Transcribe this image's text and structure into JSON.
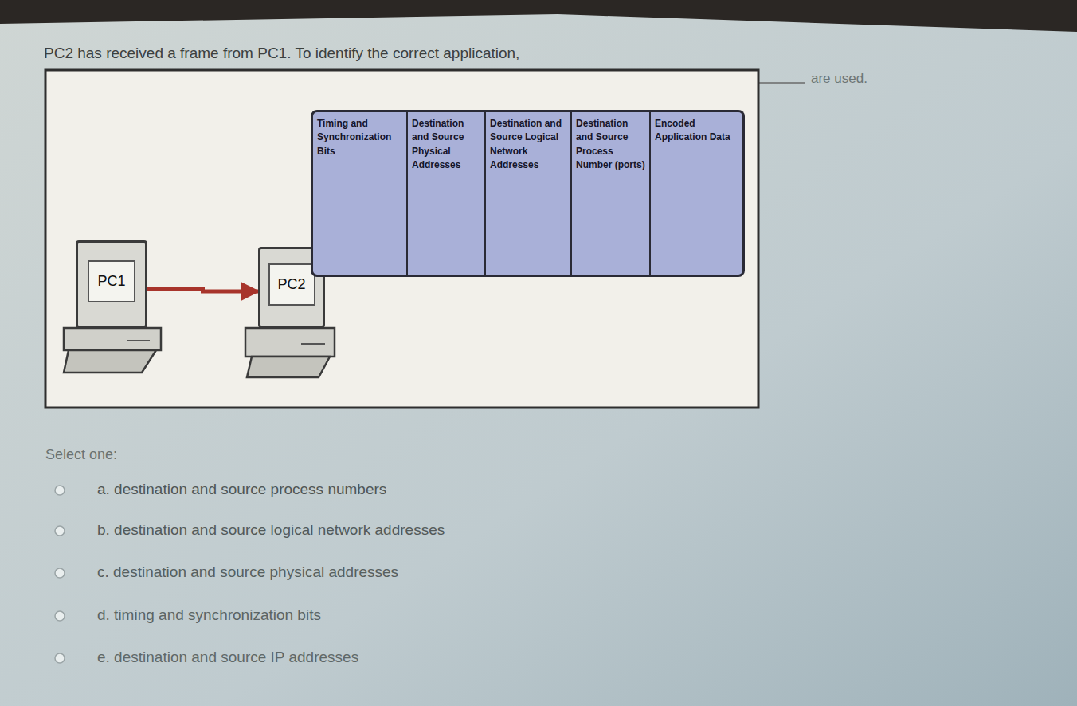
{
  "diagram": {
    "title": "PC2 has received a frame from PC1. To identify the correct application,",
    "nodes": [
      {
        "text": [
          "PC1"
        ]
      },
      {
        "text": [
          "PC2"
        ]
      },
      {
        "text": [
          "Timing and Synchronization Bits"
        ]
      },
      {
        "text": [
          "Destination and Source Physical Addresses"
        ]
      },
      {
        "text": [
          "Destination and Source Logical Network Addresses"
        ]
      },
      {
        "text": [
          "Destination and Source Process Number (ports)"
        ]
      },
      {
        "text": [
          "Encoded Application Data"
        ]
      }
    ],
    "edges": [
      {
        "from": 0,
        "to": 1,
        "arrow": "to"
      }
    ],
    "labels": [
      "are used.",
      "Select one:",
      "a. destination and source process numbers",
      "b. destination and source logical network addresses",
      "c. destination and source physical addresses",
      "d. timing and synchronization bits",
      "e. destination and source IP addresses"
    ]
  }
}
